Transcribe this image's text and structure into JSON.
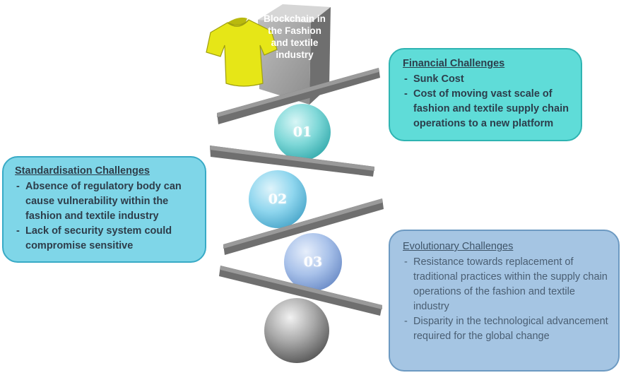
{
  "title": "Blockchain in the Fashion and textile industry",
  "tiers": [
    {
      "label": "01"
    },
    {
      "label": "02"
    },
    {
      "label": "03"
    }
  ],
  "challenges": {
    "financial": {
      "heading": "Financial Challenges",
      "items": [
        "Sunk Cost",
        "Cost of moving vast scale of fashion and textile supply chain operations to a new platform"
      ]
    },
    "standardisation": {
      "heading": "Standardisation Challenges",
      "items": [
        "Absence of regulatory body can cause vulnerability within the fashion and textile industry",
        "Lack of security system could compromise sensitive"
      ]
    },
    "evolutionary": {
      "heading": "Evolutionary Challenges",
      "items": [
        "Resistance towards replacement of traditional practices within the supply chain operations of the fashion and textile industry",
        "Disparity in the technological advancement required for the global change"
      ]
    }
  },
  "colors": {
    "financial_fill": "#5fdcd8",
    "standardisation_fill": "#7fd6e8",
    "evolutionary_fill": "#a5c5e3",
    "shirt": "#e6e617",
    "cube": "#a9a9a9",
    "plank": "#8a8a8a"
  }
}
